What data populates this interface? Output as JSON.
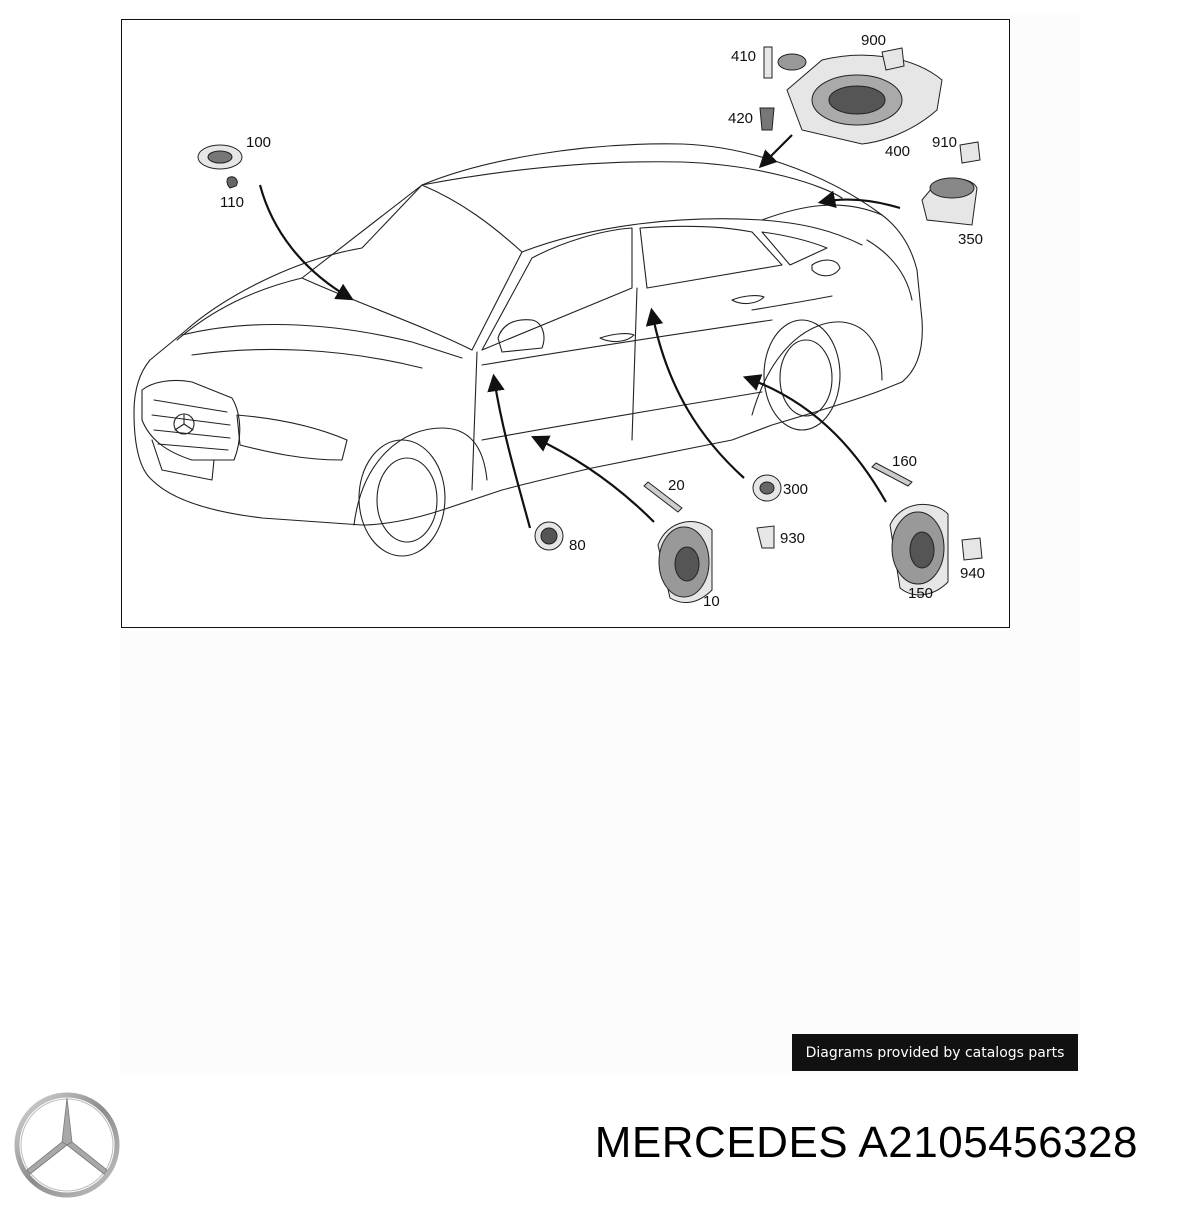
{
  "diagram": {
    "callouts": [
      {
        "id": "c410",
        "text": "410"
      },
      {
        "id": "c900",
        "text": "900"
      },
      {
        "id": "c420",
        "text": "420"
      },
      {
        "id": "c400",
        "text": "400"
      },
      {
        "id": "c910",
        "text": "910"
      },
      {
        "id": "c350",
        "text": "350"
      },
      {
        "id": "c100",
        "text": "100"
      },
      {
        "id": "c110",
        "text": "110"
      },
      {
        "id": "c20",
        "text": "20"
      },
      {
        "id": "c300",
        "text": "300"
      },
      {
        "id": "c160",
        "text": "160"
      },
      {
        "id": "c930",
        "text": "930"
      },
      {
        "id": "c80",
        "text": "80"
      },
      {
        "id": "c940",
        "text": "940"
      },
      {
        "id": "c10",
        "text": "10"
      },
      {
        "id": "c150",
        "text": "150"
      }
    ]
  },
  "credit": {
    "text": "Diagrams provided by catalogs parts"
  },
  "title": {
    "text": "MERCEDES A2105456328"
  },
  "logo": {
    "icon": "mercedes-star-icon",
    "color": "#9a9a9a"
  }
}
